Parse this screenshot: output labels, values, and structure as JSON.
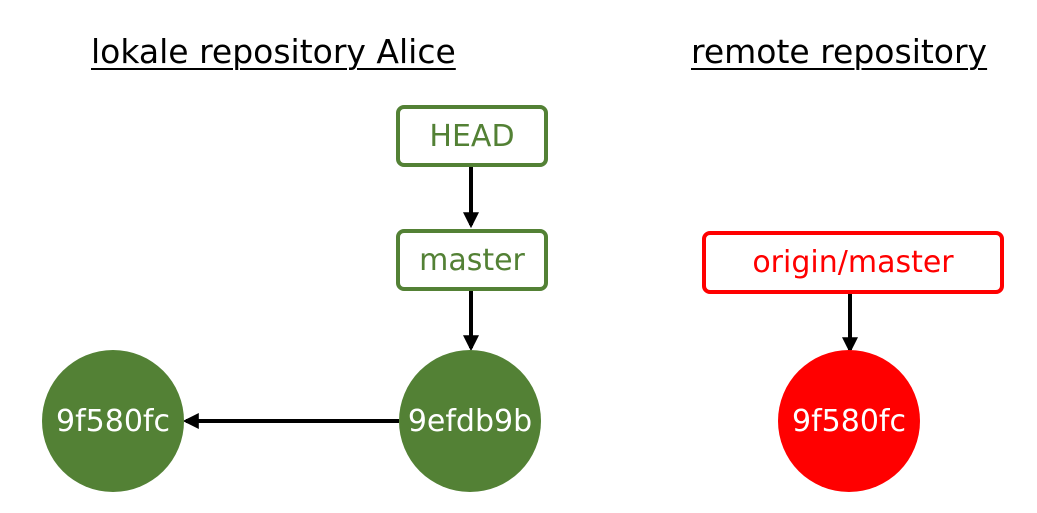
{
  "local": {
    "heading": "lokale repository Alice",
    "refs": {
      "head": "HEAD",
      "master": "master"
    },
    "commits": {
      "latest": "9efdb9b",
      "parent": "9f580fc"
    }
  },
  "remote": {
    "heading": "remote repository",
    "refs": {
      "origin_master": "origin/master"
    },
    "commits": {
      "tip": "9f580fc"
    }
  },
  "colors": {
    "local": "#538135",
    "remote": "#ff0000",
    "arrow": "#000000"
  }
}
